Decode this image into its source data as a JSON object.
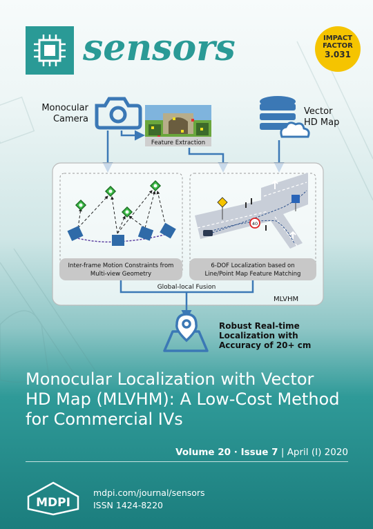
{
  "journal": {
    "name": "sensors",
    "impact_factor": {
      "line1": "IMPACT",
      "line2": "FACTOR",
      "value": "3.031"
    }
  },
  "diagram": {
    "monocular_camera": [
      "Monocular",
      "Camera"
    ],
    "vector_hd_map": [
      "Vector",
      "HD Map"
    ],
    "feature_extraction": "Feature Extraction",
    "inter_frame": [
      "Inter-frame Motion Constraints from",
      "Multi-view Geometry"
    ],
    "six_dof": [
      "6-DOF Localization based on",
      "Line/Point Map Feature Matching"
    ],
    "fusion": "Global-local Fusion",
    "system_name": "MLVHM",
    "speed_sign": "40",
    "result": [
      "Robust Real-time",
      "Localization with",
      "Accuracy of 20+ cm"
    ]
  },
  "article": {
    "title_lines": [
      "Monocular Localization with Vector",
      "HD Map (MLVHM): A Low-Cost Method",
      "for Commercial IVs"
    ]
  },
  "issue": {
    "volume": "Volume 20",
    "separator": " · ",
    "issue": "Issue 7",
    "divider": " | ",
    "date": "April (I) 2020"
  },
  "publisher": {
    "logo_text": "MDPI",
    "url": "mdpi.com/journal/sensors",
    "issn": "ISSN 1424-8220"
  },
  "colors": {
    "brand_teal": "#2a9a96",
    "diagram_blue": "#3b78b5",
    "impact_yellow": "#f5c400"
  }
}
